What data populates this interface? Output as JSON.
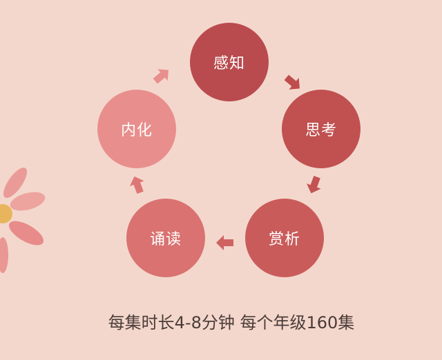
{
  "cycle": {
    "nodes": [
      {
        "label": "感知",
        "color": "#b94b4e"
      },
      {
        "label": "思考",
        "color": "#c05150"
      },
      {
        "label": "赏析",
        "color": "#c95c5b"
      },
      {
        "label": "诵读",
        "color": "#d97270"
      },
      {
        "label": "内化",
        "color": "#e88f8d"
      }
    ],
    "arrow_color": "#c9504f"
  },
  "caption": "每集时长4-8分钟  每个年级160集"
}
